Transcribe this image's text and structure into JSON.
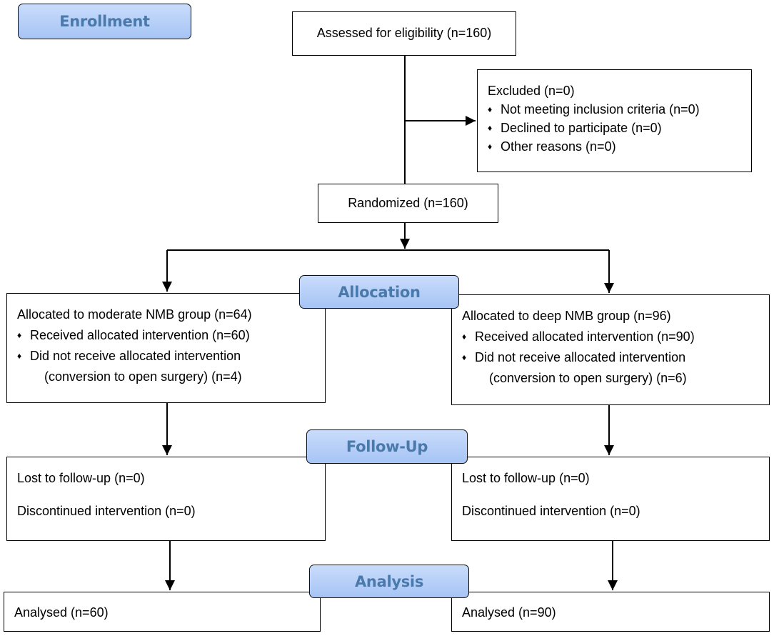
{
  "stages": {
    "enrollment": "Enrollment",
    "allocation": "Allocation",
    "follow_up": "Follow-Up",
    "analysis": "Analysis"
  },
  "assessed": "Assessed for eligibility (n=160)",
  "excluded": {
    "title": "Excluded  (n=0)",
    "bullet": "♦",
    "items": [
      "Not meeting inclusion criteria (n=0)",
      "Declined to participate (n=0)",
      "Other reasons (n=0)"
    ]
  },
  "randomized": "Randomized (n=160)",
  "allocation": {
    "left": {
      "title": "Allocated to moderate NMB group (n=64)",
      "received": "Received allocated intervention (n=60)",
      "not_received": "Did not receive allocated intervention",
      "reason": "(conversion to open surgery) (n=4)"
    },
    "right": {
      "title": "Allocated to deep NMB group (n=96)",
      "received": "Received allocated intervention (n=90)",
      "not_received": "Did not receive allocated intervention",
      "reason": "(conversion to open surgery) (n=6)"
    }
  },
  "follow_up": {
    "left": {
      "lost": "Lost to follow-up (n=0)",
      "discontinued": "Discontinued intervention (n=0)"
    },
    "right": {
      "lost": "Lost to follow-up (n=0)",
      "discontinued": "Discontinued intervention (n=0)"
    }
  },
  "analysis": {
    "left": "Analysed  (n=60)",
    "right": "Analysed  (n=90)"
  },
  "colors": {
    "stage_fill": "#a6c4f5",
    "stage_text": "#4a79ab",
    "lines": "#000000"
  }
}
